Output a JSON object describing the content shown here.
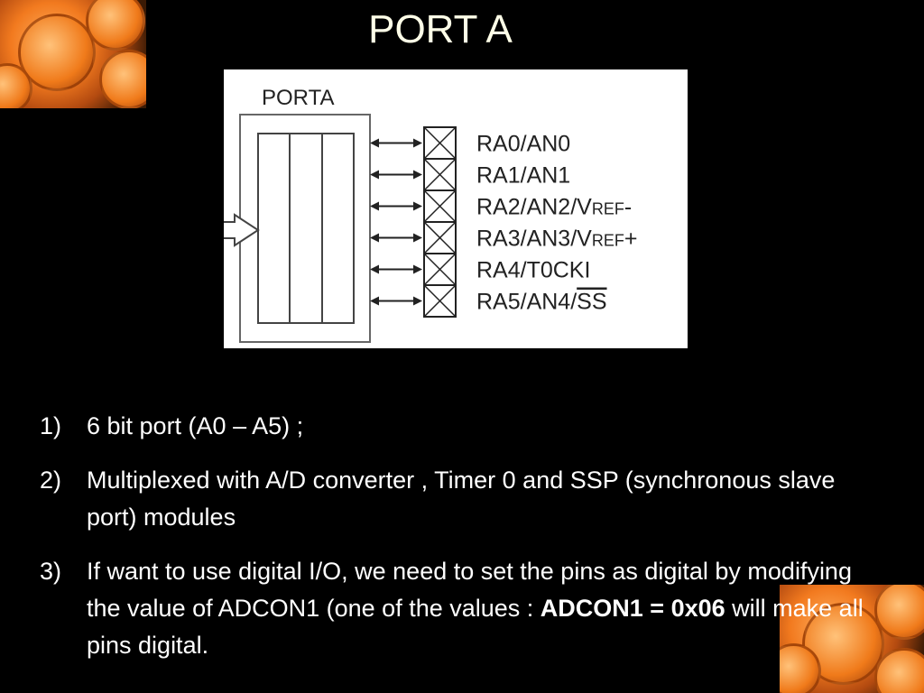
{
  "slide": {
    "title": "PORT A"
  },
  "diagram": {
    "port_label": "PORTA",
    "pins": [
      {
        "main": "RA0/AN0",
        "small": "",
        "suffix": "",
        "overline": ""
      },
      {
        "main": "RA1/AN1",
        "small": "",
        "suffix": "",
        "overline": ""
      },
      {
        "main": "RA2/AN2/V",
        "small": "REF",
        "suffix": "-",
        "overline": ""
      },
      {
        "main": "RA3/AN3/V",
        "small": "REF",
        "suffix": "+",
        "overline": ""
      },
      {
        "main": "RA4/T0CKI",
        "small": "",
        "suffix": "",
        "overline": ""
      },
      {
        "main": "RA5/AN4/",
        "small": "",
        "suffix": "",
        "overline": "SS"
      }
    ]
  },
  "bullets": [
    {
      "num": "1)",
      "text": "6 bit port (A0 – A5)   ;"
    },
    {
      "num": "2)",
      "text": "Multiplexed with A/D converter , Timer 0 and SSP (synchronous slave port) modules"
    },
    {
      "num": "3)",
      "text": "If want to use digital I/O, we need to set the pins as digital by modifying  the value of ADCON1  (one of the values :",
      "bold": "ADCON1 = 0x06",
      "tail": " will make all pins digital."
    }
  ]
}
